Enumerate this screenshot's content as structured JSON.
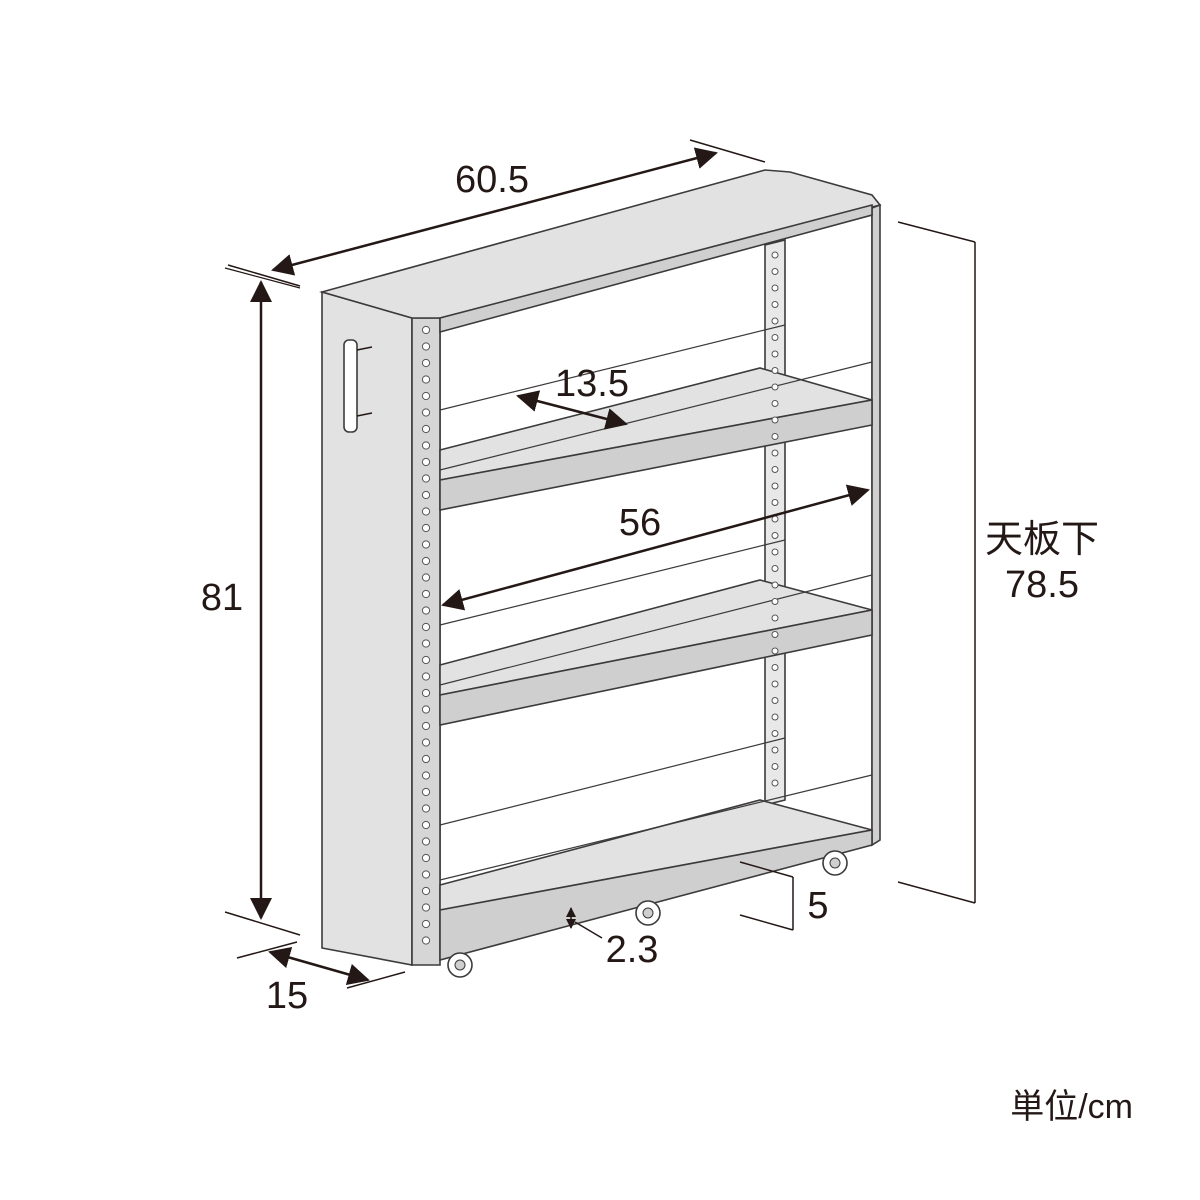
{
  "dimensions": {
    "width": "60.5",
    "height": "81",
    "depth": "15",
    "shelf_depth": "13.5",
    "inner_width": "56",
    "under_top_label": "天板下",
    "under_top_value": "78.5",
    "bottom_clearance": "5",
    "shelf_thickness": "2.3"
  },
  "unit_label": "単位/cm",
  "colors": {
    "panel_fill": "#e2e2e2",
    "panel_dark": "#cfcfcf",
    "outline": "#3d3a3a",
    "text": "#231815"
  }
}
